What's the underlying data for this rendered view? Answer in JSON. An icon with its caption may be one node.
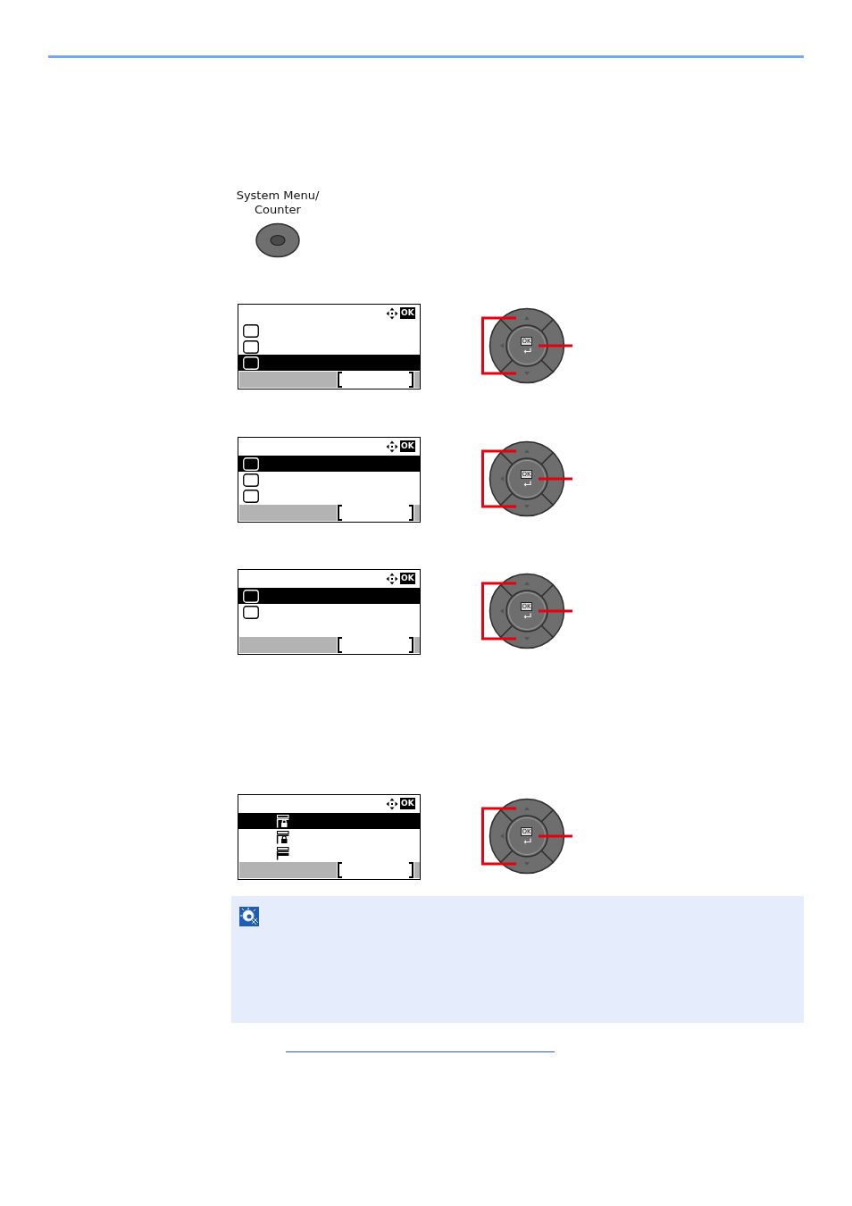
{
  "diagram": {
    "nodes": [
      {
        "text": [
          "System Menu/ Counter"
        ]
      }
    ],
    "labels": [
      "OK",
      "OK",
      "OK",
      "OK",
      "OK",
      "OK",
      "OK",
      "OK"
    ]
  }
}
